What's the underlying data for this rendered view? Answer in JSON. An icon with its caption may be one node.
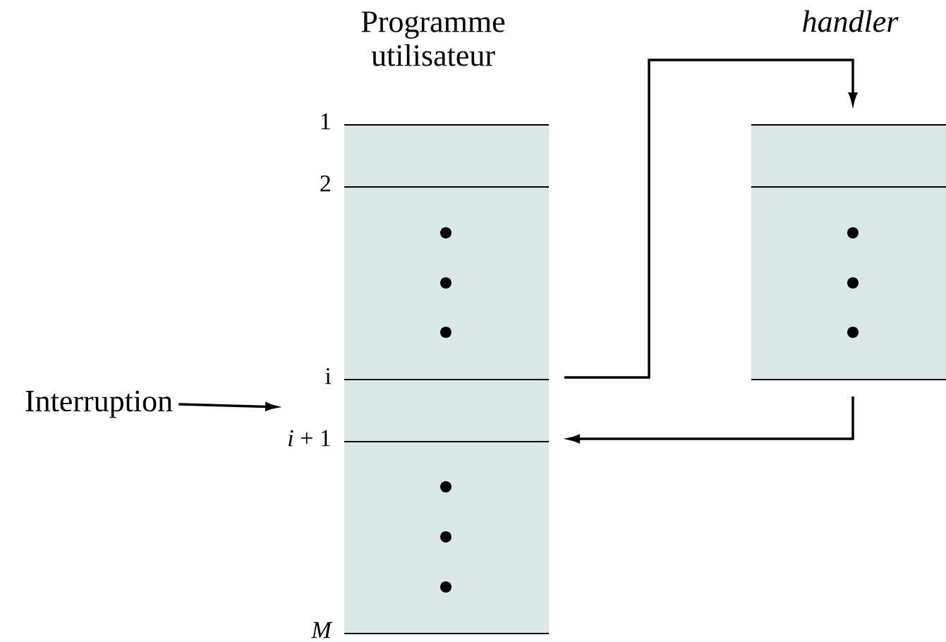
{
  "diagram": {
    "nodes": [
      {
        "text": [
          "Programme utilisateur"
        ]
      },
      {
        "text": [
          "handler"
        ]
      },
      {
        "text": [
          "Interruption"
        ]
      }
    ],
    "edges": [
      {
        "from": 0,
        "to": 1,
        "arrow": "to"
      },
      {
        "from": 1,
        "to": 0,
        "arrow": "to"
      },
      {
        "from": 2,
        "to": null,
        "arrow": "to"
      }
    ],
    "labels": [
      "1",
      "2",
      "i",
      "*i* + 1",
      "M"
    ]
  }
}
